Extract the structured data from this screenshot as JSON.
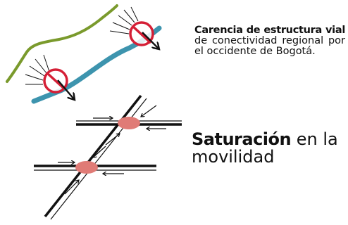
{
  "caption_top": {
    "bold": "Carencia de estructura vial",
    "rest": "de conectividad regional por el occidente de Bogotá."
  },
  "caption_bottom": {
    "bold": "Saturación",
    "rest": "en la movilidad"
  },
  "colors": {
    "boundary_green": "#7a9a2c",
    "road_blue": "#3d94ae",
    "prohibited_red": "#d51f36",
    "node_pink": "#e07b76",
    "ink": "#111111"
  }
}
